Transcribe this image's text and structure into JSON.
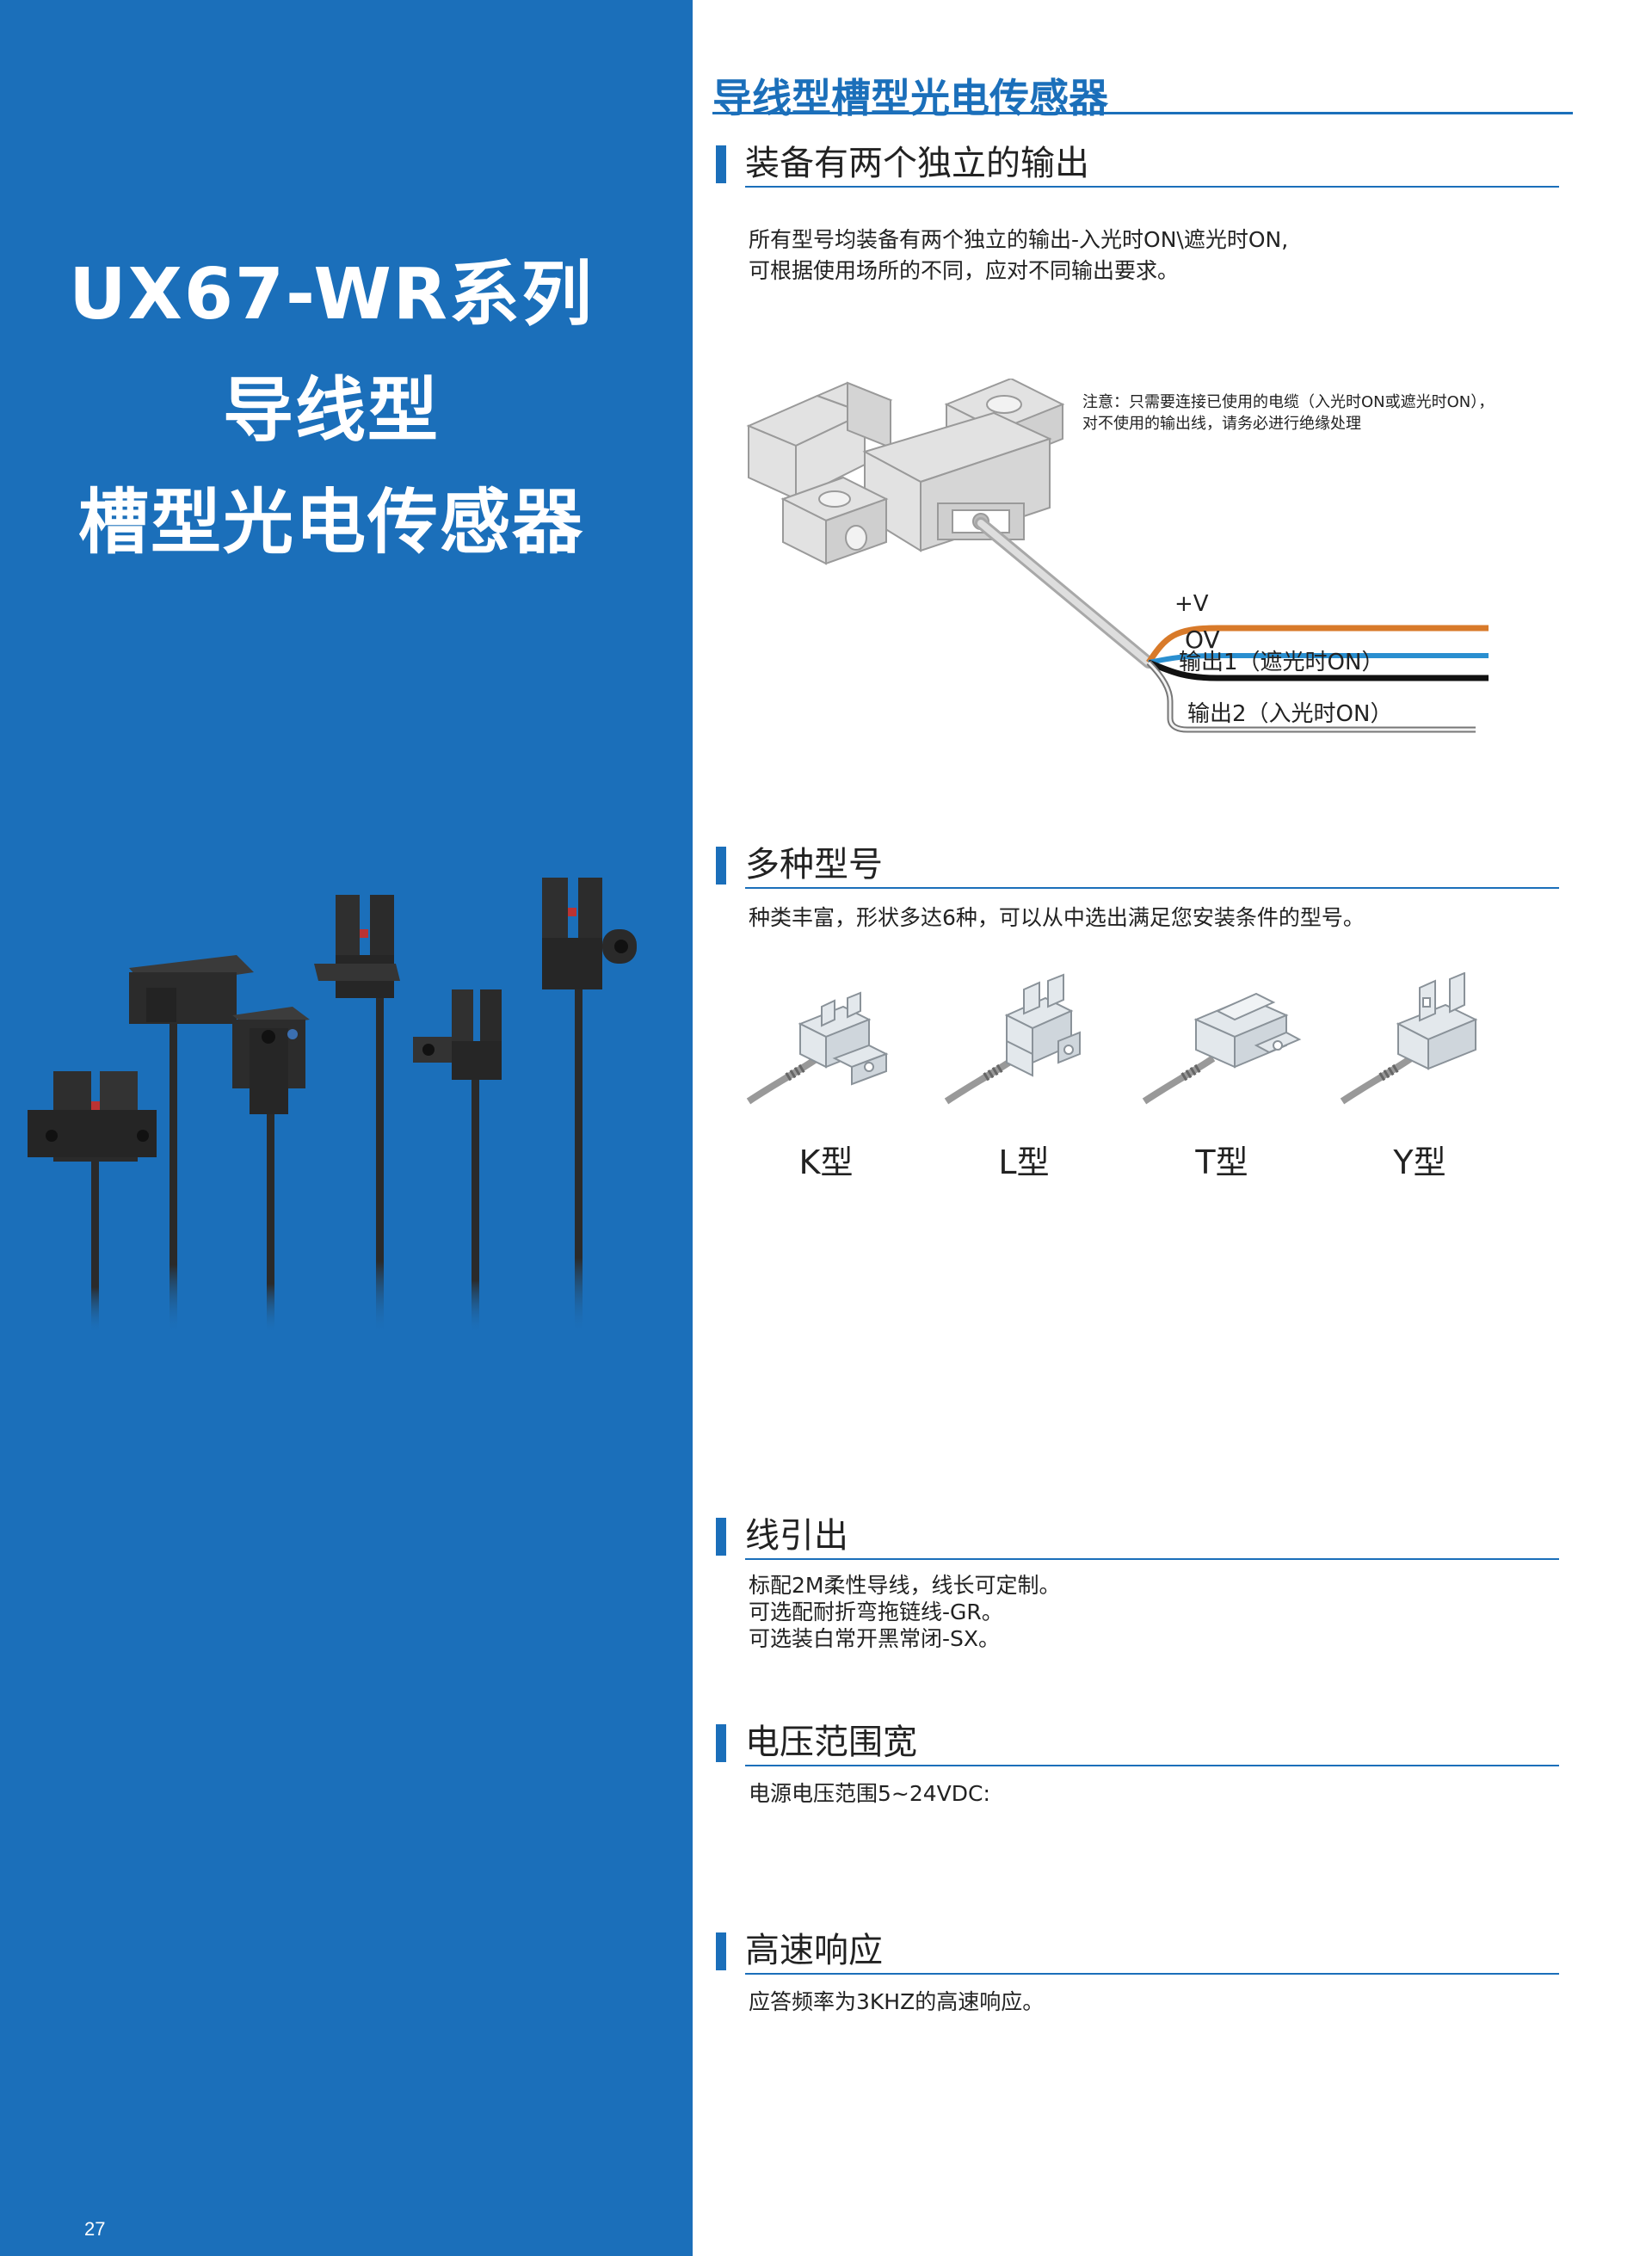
{
  "left_panel": {
    "title_line1": "UX67-WR系列",
    "title_line2": "导线型",
    "title_line3": "槽型光电传感器",
    "page_number": "27"
  },
  "main_title": "导线型槽型光电传感器",
  "sections": [
    {
      "title": "装备有两个独立的输出",
      "lines": [
        "所有型号均装备有两个独立的输出-入光时ON\\遮光时ON,",
        "可根据使用场所的不同，应对不同输出要求。"
      ]
    },
    {
      "title": "多种型号",
      "lines": [
        "种类丰富，形状多达6种，可以从中选出满足您安装条件的型号。"
      ]
    },
    {
      "title": "线引出",
      "lines": [
        "标配2M柔性导线，线长可定制。",
        "可选配耐折弯拖链线-GR。",
        "可选装白常开黑常闭-SX。"
      ]
    },
    {
      "title": "电压范围宽",
      "lines": [
        "电源电压范围5~24VDC:"
      ]
    },
    {
      "title": "高速响应",
      "lines": [
        "应答频率为3KHZ的高速响应。"
      ]
    }
  ],
  "wiring": {
    "note_line1": "注意：只需要连接已使用的电缆（入光时ON或遮光时ON），",
    "note_line2": "对不使用的输出线，请务必进行绝缘处理",
    "wires": [
      {
        "label": "+V",
        "color": "#d87a2a"
      },
      {
        "label": "OV",
        "color": "#2a8fd0"
      },
      {
        "label": "输出1（遮光时ON）",
        "color": "#111111"
      },
      {
        "label": "输出2（入光时ON）",
        "color": "#e8e8e8"
      }
    ]
  },
  "models": [
    {
      "label": "K型",
      "icon": "k-type-sensor-icon"
    },
    {
      "label": "L型",
      "icon": "l-type-sensor-icon"
    },
    {
      "label": "T型",
      "icon": "t-type-sensor-icon"
    },
    {
      "label": "Y型",
      "icon": "y-type-sensor-icon"
    }
  ],
  "colors": {
    "brand_blue": "#1b6fba"
  }
}
